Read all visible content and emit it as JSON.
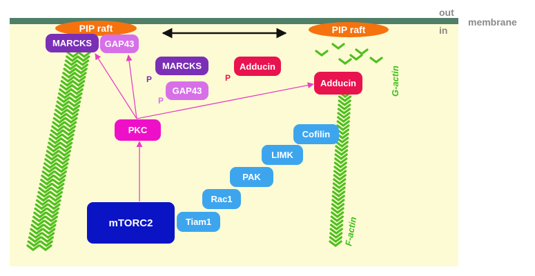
{
  "labels": {
    "out": "out",
    "in": "in",
    "membrane": "membrane",
    "g_actin": "G-actin",
    "f_actin": "F-actin",
    "phospho": "P"
  },
  "rafts": [
    "PIP raft",
    "PIP raft"
  ],
  "nodes": {
    "marcks_raft": "MARCKS",
    "gap43_raft": "GAP43",
    "marcks_p": "MARCKS",
    "gap43_p": "GAP43",
    "adducin_p": "Adducin",
    "adducin_actin": "Adducin",
    "pkc": "PKC",
    "mtorc2": "mTORC2",
    "tiam1": "Tiam1",
    "rac1": "Rac1",
    "pak": "PAK",
    "limk": "LIMK",
    "cofilin": "Cofilin"
  },
  "colors": {
    "membrane": "#4f7f69",
    "cytoplasm": "#fdfbd3",
    "raft": "#f5720e",
    "marcks": "#7a2fb6",
    "gap43": "#d770e8",
    "adducin": "#e8134f",
    "pkc": "#ee10c8",
    "mtorc2": "#0a14c4",
    "pathway": "#3da5ee",
    "actin": "#4fbf1f",
    "arrow": "#e640c6"
  },
  "icons": [
    "double-headed-arrow-icon",
    "g-actin-chevron-icon",
    "f-actin-chevron-icon"
  ]
}
